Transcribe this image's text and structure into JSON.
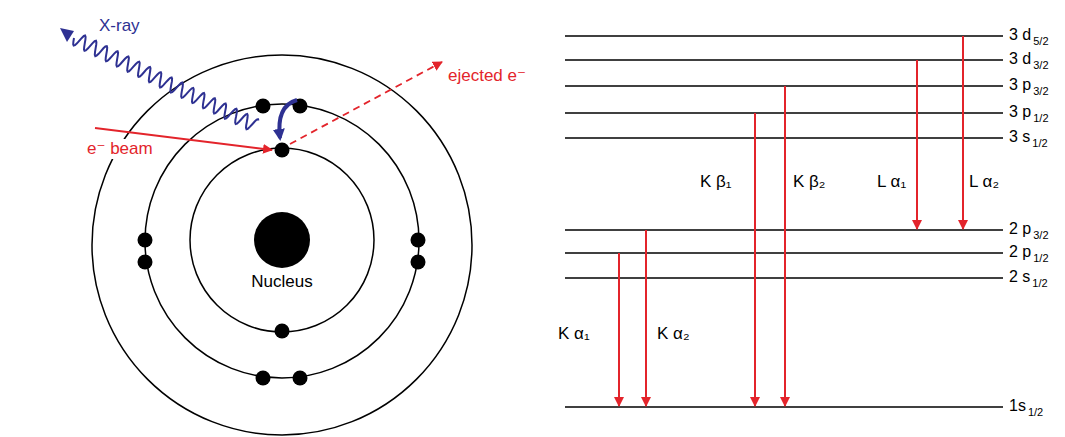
{
  "diagram": {
    "labels": [
      "X-ray",
      "e⁻ beam",
      "ejected e⁻",
      "Nucleus",
      "K β₁",
      "K β₂",
      "L α₁",
      "L α₂",
      "K α₁",
      "K α₂",
      "3 d",
      "5/2",
      "3 d",
      "3/2",
      "3 p",
      "3/2",
      "3 p",
      "1/2",
      "3 s",
      "1/2",
      "2 p",
      "3/2",
      "2 p",
      "1/2",
      "2 s",
      "1/2",
      "1s",
      "1/2"
    ]
  }
}
